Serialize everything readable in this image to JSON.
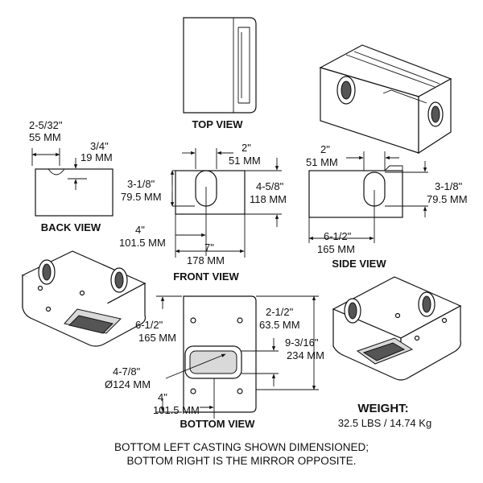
{
  "views": {
    "top": "TOP VIEW",
    "back": "BACK VIEW",
    "front": "FRONT VIEW",
    "side": "SIDE VIEW",
    "bottom": "BOTTOM VIEW"
  },
  "dims": {
    "back_width_in": "2-5/32\"",
    "back_width_mm": "55 MM",
    "back_notch_in": "3/4\"",
    "back_notch_mm": "19 MM",
    "front_slot_in": "2\"",
    "front_slot_mm": "51 MM",
    "front_slot_h_in": "3-1/8\"",
    "front_slot_h_mm": "79.5 MM",
    "front_height_in": "4-5/8\"",
    "front_height_mm": "118 MM",
    "front_offset_in": "4\"",
    "front_offset_mm": "101.5 MM",
    "front_width_in": "7\"",
    "front_width_mm": "178 MM",
    "side_slot_in": "2\"",
    "side_slot_mm": "51 MM",
    "side_slot_h_in": "3-1/8\"",
    "side_slot_h_mm": "79.5 MM",
    "side_width_in": "6-1/2\"",
    "side_width_mm": "165 MM",
    "bottom_width_in": "6-1/2\"",
    "bottom_width_mm": "165 MM",
    "bottom_hole_in": "2-1/2\"",
    "bottom_hole_mm": "63.5 MM",
    "bottom_length_in": "9-3/16\"",
    "bottom_length_mm": "234 MM",
    "bottom_dia_in": "4-7/8\"",
    "bottom_dia_mm": "Ø124 MM",
    "bottom_offset_in": "4\"",
    "bottom_offset_mm": "101.5 MM"
  },
  "weight": {
    "title": "WEIGHT:",
    "value": "32.5 LBS / 14.74 Kg"
  },
  "footer": {
    "line1": "BOTTOM LEFT CASTING SHOWN DIMENSIONED;",
    "line2": "BOTTOM RIGHT IS THE MIRROR OPPOSITE."
  }
}
